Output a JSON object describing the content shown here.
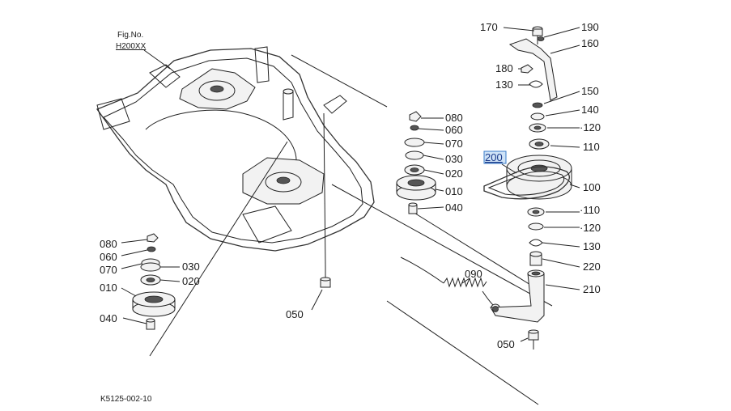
{
  "figure": {
    "fig_label": "Fig.No.",
    "fig_code": "H200XX",
    "drawing_code": "K5125-002-10"
  },
  "callouts": {
    "c170": "170",
    "c190": "190",
    "c160": "160",
    "c180": "180",
    "c130a": "130",
    "c150": "150",
    "c140": "140",
    "c120a": "·120",
    "c110a": "110",
    "c200": "200",
    "c100": "100",
    "c110b": "·110",
    "c120b": "·120",
    "c130b": "130",
    "c220": "220",
    "c210": "210",
    "c050r": "050",
    "c090": "090",
    "c050m": "050",
    "m080": "080",
    "m060": "060",
    "m070": "070",
    "m030": "030",
    "m020": "020",
    "m010": "010",
    "m040": "040",
    "l080": "080",
    "l060": "060",
    "l070": "070",
    "l030": "030",
    "l020": "020",
    "l010": "010",
    "l040": "040"
  },
  "highlight": {
    "selected_part": "200",
    "color": "#3a7bc8"
  }
}
